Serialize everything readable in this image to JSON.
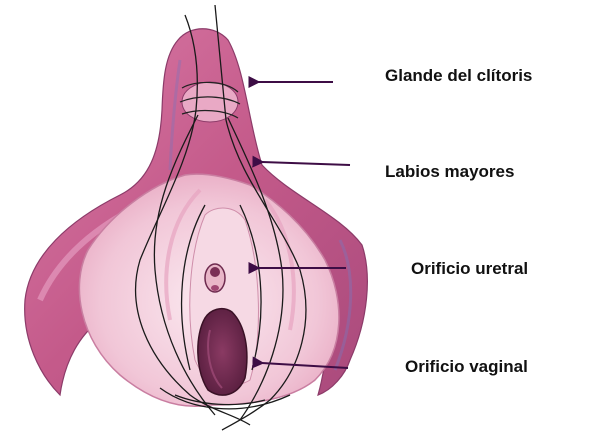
{
  "labels": {
    "glans": "Glande del clítoris",
    "labia": "Labios mayores",
    "urethral": "Orificio uretral",
    "vaginal": "Orificio vaginal"
  },
  "colors": {
    "outer_tissue": "#c9608f",
    "outer_highlight": "#dd8fb5",
    "inner_tissue": "#f1c9d8",
    "inner_pale": "#f8e1ea",
    "opening_dark": "#6e2a4e",
    "arrow": "#3d0d45",
    "outline": "#1a1a1a"
  }
}
